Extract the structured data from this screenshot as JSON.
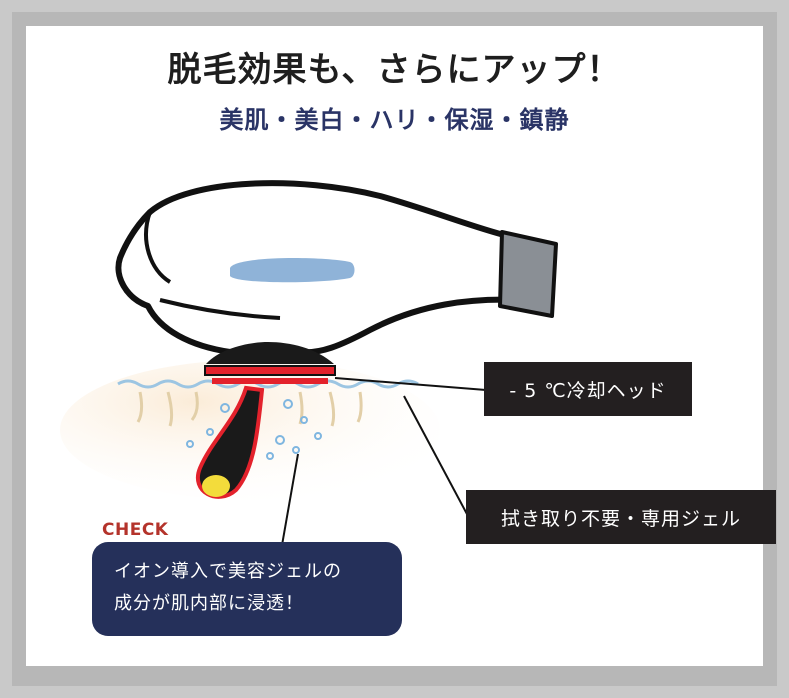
{
  "title": "脱毛効果も、さらにアップ！",
  "subtitle": "美肌・美白・ハリ・保湿・鎮静",
  "labels": {
    "cooling_head": "- 5 ℃冷却ヘッド",
    "gel": "拭き取り不要・専用ジェル"
  },
  "check": {
    "heading": "CHECK",
    "line1": "イオン導入で美容ジェルの",
    "line2": "成分が肌内部に浸透！"
  },
  "colors": {
    "device_outline": "#111111",
    "device_window": "#8fb3d8",
    "device_cap": "#8a8f95",
    "cooling_plate": "#e3222c",
    "hair": "#1a1a1a",
    "bulb": "#f3dc3b",
    "skin": "#f7e3c8",
    "skin_line": "#d9c29b",
    "gel_bubbles": "#7fb6e0",
    "callout_bg": "#25305a",
    "check_color": "#b4332b"
  }
}
